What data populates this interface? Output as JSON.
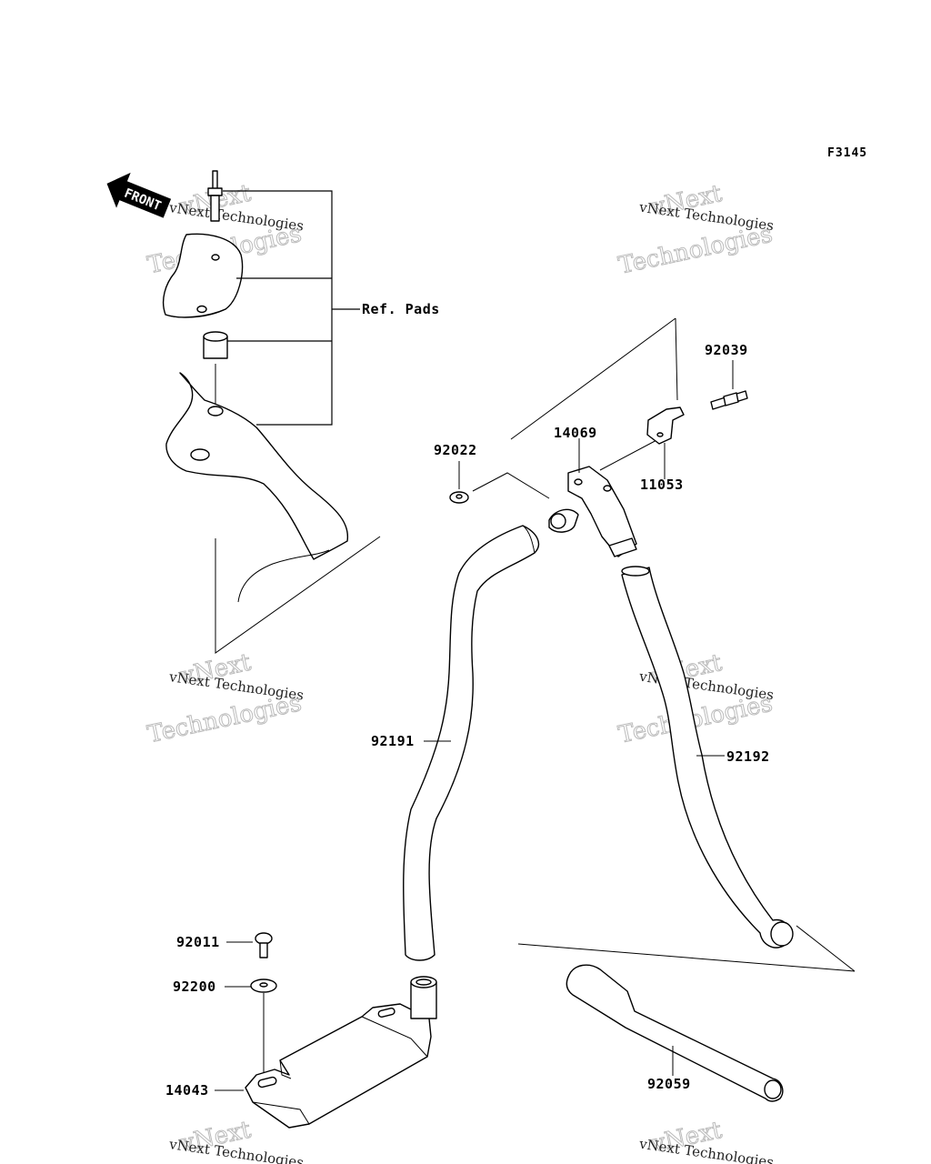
{
  "diagram": {
    "code": "F3145",
    "front_label": "FRONT",
    "ref_label": "Ref. Pads",
    "parts": {
      "p92039": "92039",
      "p92022": "92022",
      "p14069": "14069",
      "p11053": "11053",
      "p92191": "92191",
      "p92192": "92192",
      "p92011": "92011",
      "p92200": "92200",
      "p14043": "14043",
      "p92059": "92059"
    },
    "watermark": {
      "line1": "vNext Technologies",
      "line2": "vNext",
      "line3": "Technologies"
    }
  }
}
